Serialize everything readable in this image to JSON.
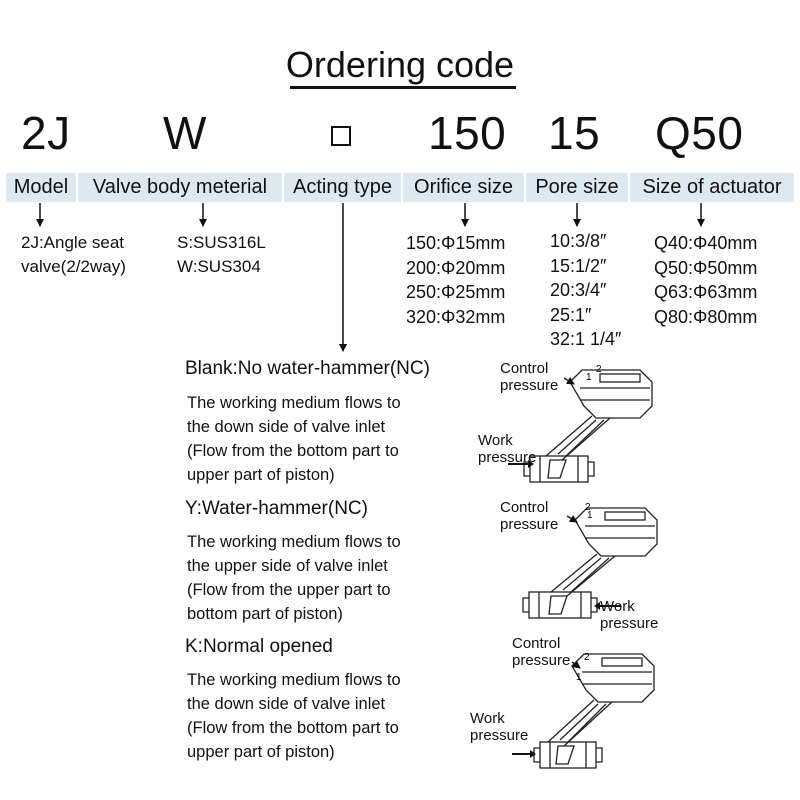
{
  "title": "Ordering code",
  "code_parts": [
    "2J",
    "W",
    "150",
    "15",
    "Q50"
  ],
  "headers": [
    "Model",
    "Valve body meterial",
    "Acting type",
    "Orifice size",
    "Pore size",
    "Size of actuator"
  ],
  "model": [
    "2J:Angle seat",
    "valve(2/2way)"
  ],
  "body_material": [
    "S:SUS316L",
    "W:SUS304"
  ],
  "orifice_size": [
    "150:Φ15mm",
    "200:Φ20mm",
    "250:Φ25mm",
    "320:Φ32mm"
  ],
  "pore_size": [
    "10:3/8″",
    "15:1/2″",
    "20:3/4″",
    "25:1″",
    "32:1 1/4″"
  ],
  "actuator_size": [
    "Q40:Φ40mm",
    "Q50:Φ50mm",
    "Q63:Φ63mm",
    "Q80:Φ80mm"
  ],
  "acting_modes": [
    {
      "title": "Blank:No water-hammer(NC)",
      "lines": [
        "The working medium flows to",
        "the down side of valve inlet",
        "(Flow from the bottom part to",
        "upper part of piston)"
      ]
    },
    {
      "title": "Y:Water-hammer(NC)",
      "lines": [
        "The working medium flows to",
        "the upper side of valve inlet",
        "(Flow from the upper part to",
        "bottom part of piston)"
      ]
    },
    {
      "title": "K:Normal opened",
      "lines": [
        "The working medium flows to",
        "the down side of valve inlet",
        "(Flow from the bottom part to",
        "upper part of piston)"
      ]
    }
  ],
  "diagrams": [
    {
      "control": [
        "Control",
        "pressure"
      ],
      "work": [
        "Work",
        "pressure"
      ],
      "ports": [
        "1",
        "2"
      ]
    },
    {
      "control": [
        "Control",
        "pressure"
      ],
      "work": [
        "Work",
        "pressure"
      ],
      "ports": [
        "1",
        "2"
      ]
    },
    {
      "control": [
        "Control",
        "pressure"
      ],
      "work": [
        "Work",
        "pressure"
      ],
      "ports": [
        "1",
        "2"
      ]
    }
  ]
}
